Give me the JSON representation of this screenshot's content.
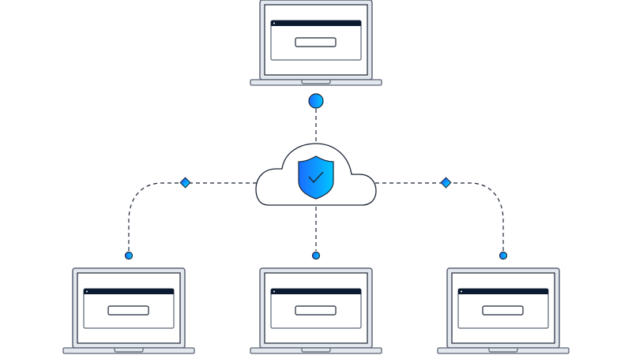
{
  "diagram": {
    "description_nodes": [
      "laptop-top",
      "cloud-security",
      "laptop-left",
      "laptop-center",
      "laptop-right"
    ],
    "icons": {
      "hub": "shield-check-icon",
      "node": "laptop-icon",
      "cloud": "cloud-icon"
    }
  },
  "colors": {
    "outline": "#1b2535",
    "frame_fill": "#e3e7ee",
    "titlebar": "#0b1a30",
    "accent_start": "#1a6dff",
    "accent_end": "#00c6ff",
    "connector": "#1b2535"
  }
}
